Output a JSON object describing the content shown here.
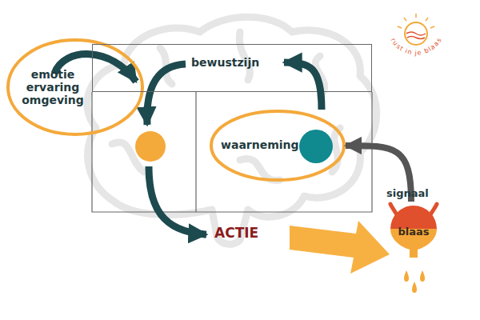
{
  "diagram": {
    "nodes": [
      {
        "text": [
          "emotie ervaring omgeving"
        ]
      },
      {
        "text": [
          "bewustzijn"
        ]
      },
      {
        "text": [
          "waarneming"
        ]
      },
      {
        "text": [
          "blaas"
        ]
      }
    ],
    "edges": [
      {
        "from": 2,
        "to": 1,
        "arrow": "to"
      },
      {
        "from": 3,
        "to": 2,
        "label": "signaal",
        "arrow": "to"
      }
    ],
    "labels": [
      "ACTIE",
      "rust in je blaas"
    ]
  }
}
